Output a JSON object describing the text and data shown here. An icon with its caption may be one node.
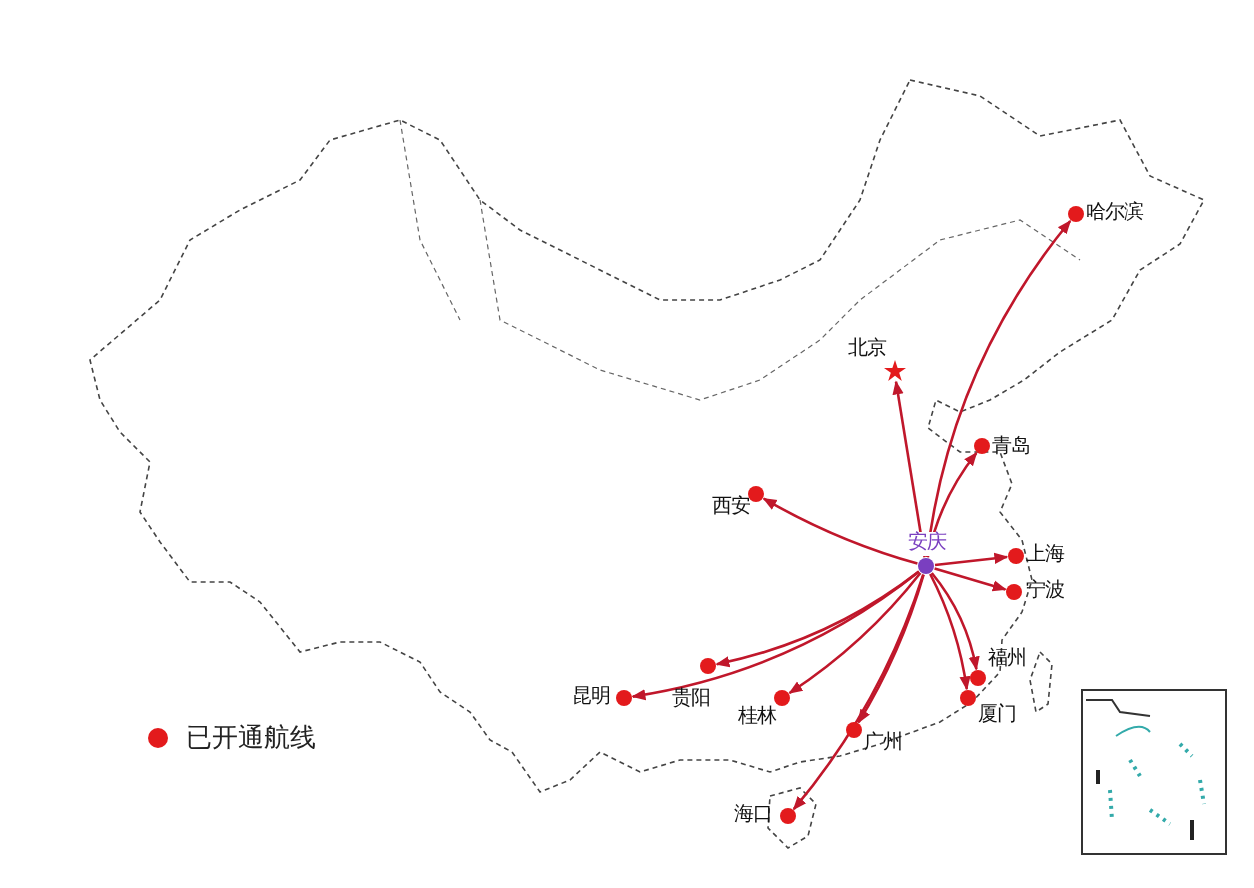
{
  "diagram": {
    "nodes": [
      {
        "text": [],
        "shape": "circle",
        "beside": [
          "安庆"
        ]
      },
      {
        "text": [],
        "shape": "circle",
        "beside": [
          "哈尔滨"
        ]
      },
      {
        "text": [],
        "shape": "star",
        "beside": [
          "北京"
        ]
      },
      {
        "text": [],
        "shape": "circle",
        "beside": [
          "青岛"
        ]
      },
      {
        "text": [],
        "shape": "circle",
        "beside": [
          "西安"
        ]
      },
      {
        "text": [],
        "shape": "circle",
        "beside": [
          "上海"
        ]
      },
      {
        "text": [],
        "shape": "circle",
        "beside": [
          "宁波"
        ]
      },
      {
        "text": [],
        "shape": "circle",
        "beside": [
          "福州"
        ]
      },
      {
        "text": [],
        "shape": "circle",
        "beside": [
          "厦门"
        ]
      },
      {
        "text": [],
        "shape": "circle",
        "beside": [
          "昆明"
        ]
      },
      {
        "text": [],
        "shape": "circle",
        "beside": [
          "贵阳"
        ]
      },
      {
        "text": [],
        "shape": "circle",
        "beside": [
          "桂林"
        ]
      },
      {
        "text": [],
        "shape": "circle",
        "beside": [
          "广州"
        ]
      },
      {
        "text": [],
        "shape": "circle",
        "beside": [
          "海口"
        ]
      }
    ],
    "edges": [
      {
        "from": 0,
        "to": 1,
        "arrow": "to"
      },
      {
        "from": 0,
        "to": 2,
        "arrow": "to"
      },
      {
        "from": 0,
        "to": 3,
        "arrow": "to"
      },
      {
        "from": 0,
        "to": 4,
        "arrow": "to"
      },
      {
        "from": 0,
        "to": 5,
        "arrow": "to"
      },
      {
        "from": 0,
        "to": 6,
        "arrow": "to"
      },
      {
        "from": 0,
        "to": 7,
        "arrow": "to"
      },
      {
        "from": 0,
        "to": 8,
        "arrow": "to"
      },
      {
        "from": 0,
        "to": 9,
        "arrow": "to"
      },
      {
        "from": 0,
        "to": 10,
        "arrow": "to"
      },
      {
        "from": 0,
        "to": 11,
        "arrow": "to"
      },
      {
        "from": 0,
        "to": 12,
        "arrow": "to"
      },
      {
        "from": 0,
        "to": 13,
        "arrow": "to"
      }
    ],
    "legend": [
      {
        "text": "已开通航线",
        "color": "#e31a1c"
      }
    ]
  }
}
